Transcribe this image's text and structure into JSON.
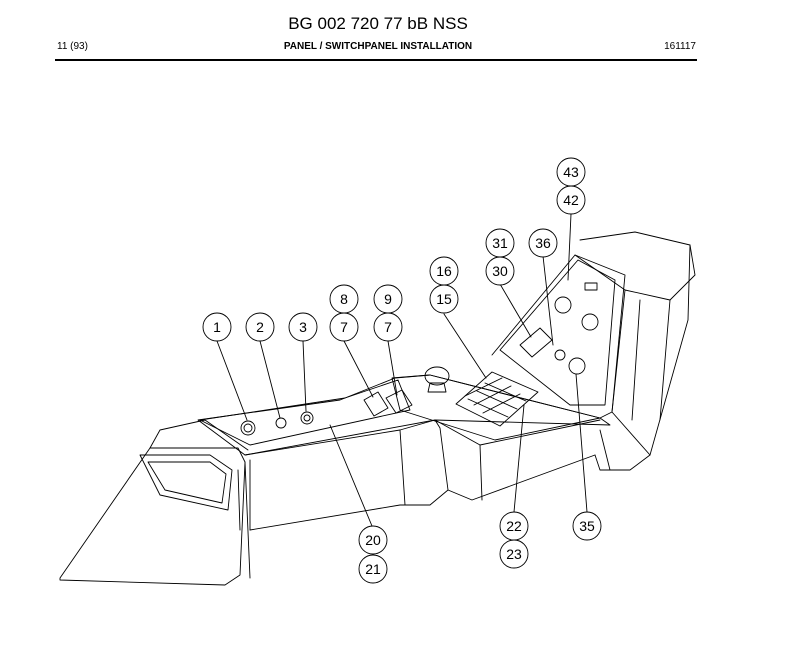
{
  "document": {
    "title": "BG 002 720 77 bB NSS",
    "page": "11 (93)",
    "section": "PANEL / SWITCHPANEL INSTALLATION",
    "date": "161117"
  },
  "callouts": [
    {
      "id": "c1",
      "label": "1"
    },
    {
      "id": "c2",
      "label": "2"
    },
    {
      "id": "c3",
      "label": "3"
    },
    {
      "id": "c8",
      "label": "8"
    },
    {
      "id": "c7a",
      "label": "7"
    },
    {
      "id": "c9",
      "label": "9"
    },
    {
      "id": "c7b",
      "label": "7"
    },
    {
      "id": "c16",
      "label": "16"
    },
    {
      "id": "c15",
      "label": "15"
    },
    {
      "id": "c31",
      "label": "31"
    },
    {
      "id": "c30",
      "label": "30"
    },
    {
      "id": "c36",
      "label": "36"
    },
    {
      "id": "c43",
      "label": "43"
    },
    {
      "id": "c42",
      "label": "42"
    },
    {
      "id": "c20",
      "label": "20"
    },
    {
      "id": "c21",
      "label": "21"
    },
    {
      "id": "c22",
      "label": "22"
    },
    {
      "id": "c23",
      "label": "23"
    },
    {
      "id": "c35",
      "label": "35"
    }
  ]
}
